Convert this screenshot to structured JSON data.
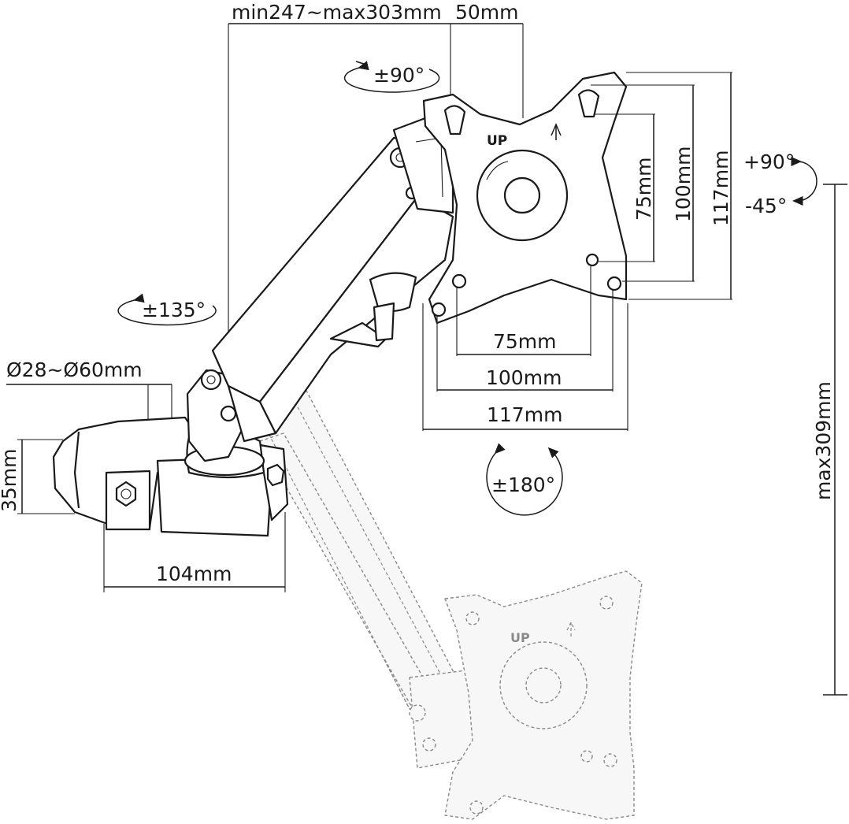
{
  "labels": {
    "arm_reach": "min247~max303mm",
    "plate_offset": "50mm",
    "tilt_rotation": "±90°",
    "arm_rotation": "±135°",
    "pole_diameter": "Ø28~Ø60mm",
    "clamp_height": "35mm",
    "clamp_width": "104mm",
    "vesa_v75": "75mm",
    "vesa_v100": "100mm",
    "vesa_v117": "117mm",
    "vesa_h75": "75mm",
    "vesa_h100": "100mm",
    "vesa_h117": "117mm",
    "tilt_up": "+90°",
    "tilt_down": "-45°",
    "swivel": "±180°",
    "max_height": "max309mm",
    "up_mark": "UP",
    "up_mark_ghost": "UP"
  }
}
